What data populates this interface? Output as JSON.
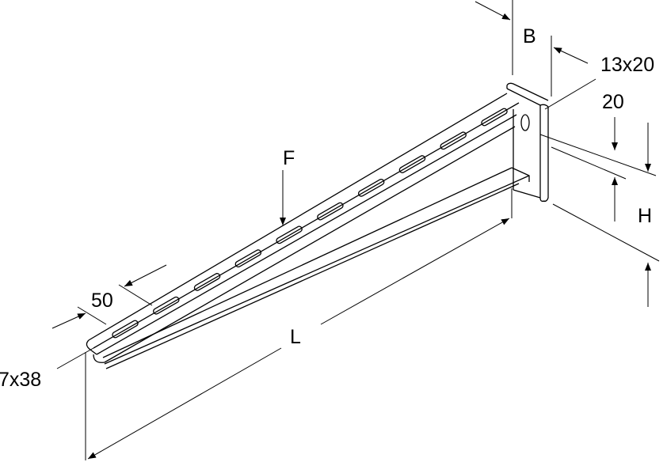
{
  "drawing": {
    "title": "Wall bracket dimension drawing",
    "labels": {
      "width": "B",
      "hole": "13x20",
      "offset": "20",
      "height": "H",
      "force": "F",
      "slot_pitch": "50",
      "length": "L",
      "slot": "7x38"
    },
    "slot_count": 10,
    "line_color": "#000000",
    "background": "#ffffff"
  }
}
